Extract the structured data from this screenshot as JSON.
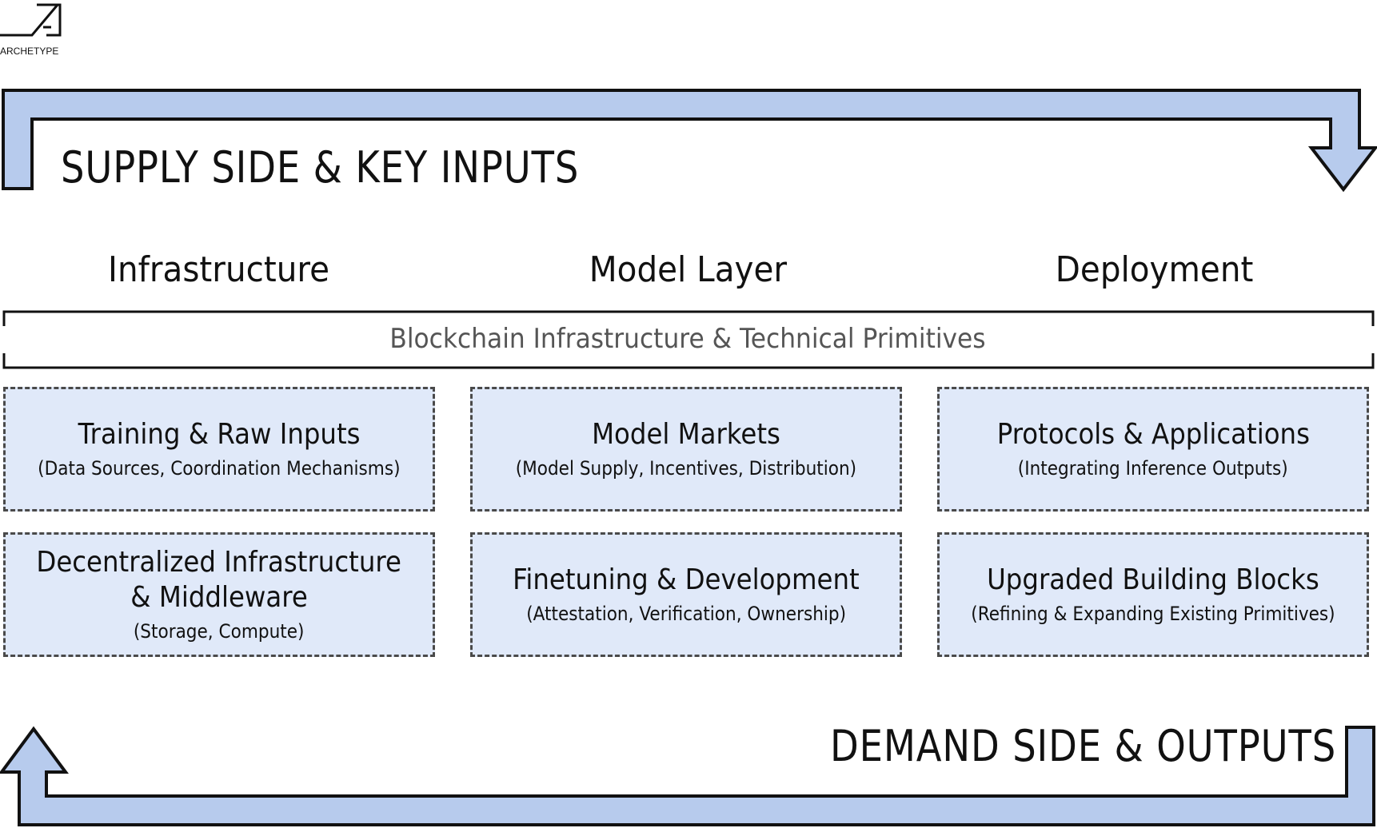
{
  "logo": {
    "text": "ARCHETYPE"
  },
  "supply": {
    "title": "SUPPLY SIDE & KEY INPUTS"
  },
  "demand": {
    "title": "DEMAND SIDE & OUTPUTS"
  },
  "columns": [
    {
      "header": "Infrastructure"
    },
    {
      "header": "Model Layer"
    },
    {
      "header": "Deployment"
    }
  ],
  "band": {
    "label": "Blockchain Infrastructure & Technical Primitives"
  },
  "boxes": {
    "row1": [
      {
        "title": "Training & Raw Inputs",
        "subtitle": "(Data Sources, Coordination Mechanisms)"
      },
      {
        "title": "Model Markets",
        "subtitle": "(Model Supply, Incentives, Distribution)"
      },
      {
        "title": "Protocols & Applications",
        "subtitle": "(Integrating Inference Outputs)"
      }
    ],
    "row2": [
      {
        "title_line1": "Decentralized Infrastructure",
        "title_line2": "& Middleware",
        "subtitle": "(Storage, Compute)"
      },
      {
        "title": "Finetuning & Development",
        "subtitle": "(Attestation, Verification, Ownership)"
      },
      {
        "title": "Upgraded Building Blocks",
        "subtitle": "(Refining & Expanding Existing Primitives)"
      }
    ]
  },
  "colors": {
    "arrow_fill": "#b7cbed",
    "box_fill": "#e0e9f9",
    "box_border": "#4a4a4a",
    "stroke": "#111111"
  }
}
